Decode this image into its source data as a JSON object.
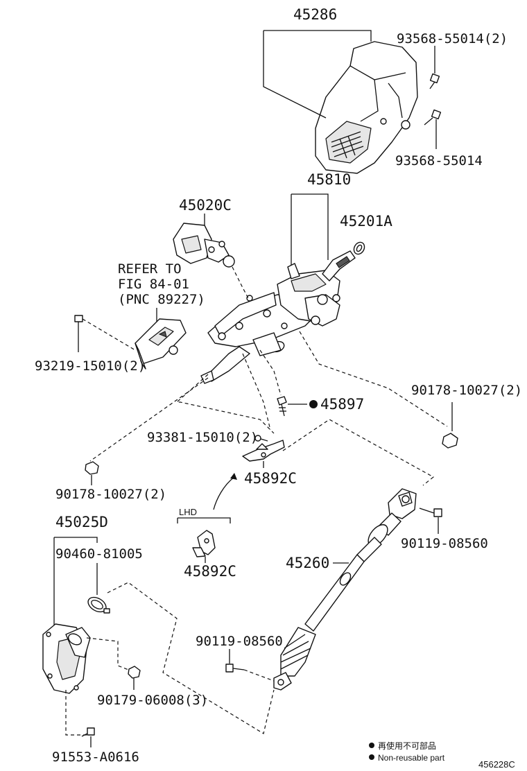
{
  "labels": {
    "p45286": "45286",
    "p93568_55014_2": "93568-55014(2)",
    "p93568_55014": "93568-55014",
    "p45810": "45810",
    "p45020C": "45020C",
    "p45201A": "45201A",
    "refer_line1": "REFER TO",
    "refer_line2": "FIG 84-01",
    "refer_line3": "(PNC 89227)",
    "p93219_15010_2": "93219-15010(2)",
    "p45897": "45897",
    "p90178_10027_2_right": "90178-10027(2)",
    "p93381_15010_2": "93381-15010(2)",
    "p45892C_upper": "45892C",
    "p90178_10027_2_left": "90178-10027(2)",
    "lhd": "LHD",
    "p45892C_lower": "45892C",
    "p45025D": "45025D",
    "p90460_81005": "90460-81005",
    "p45260": "45260",
    "p90119_08560_right": "90119-08560",
    "p90119_08560_left": "90119-08560",
    "p90179_06008_3": "90179-06008(3)",
    "p91553_A0616": "91553-A0616",
    "legend_cn": "再使用不可部品",
    "legend_en": "Non-reusable part",
    "figure_code": "456228C"
  }
}
